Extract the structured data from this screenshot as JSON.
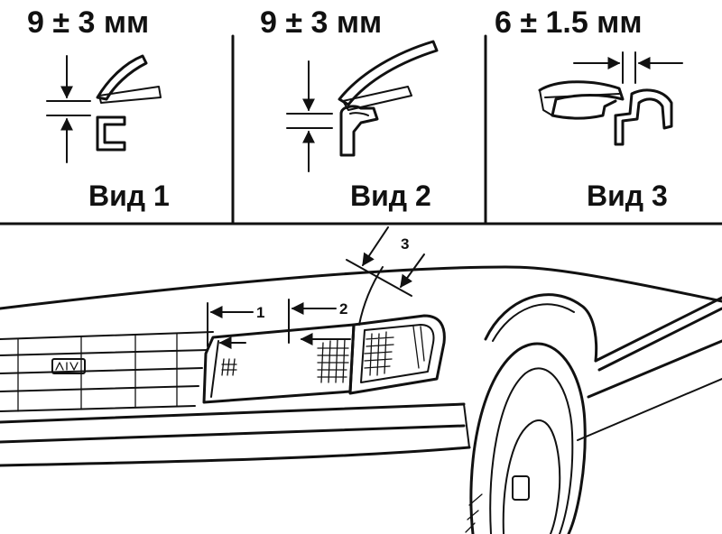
{
  "views": [
    {
      "dimension": "9 ± 3 мм",
      "label": "Вид 1"
    },
    {
      "dimension": "9 ± 3 мм",
      "label": "Вид 2"
    },
    {
      "dimension": "6 ± 1.5 мм",
      "label": "Вид 3"
    }
  ],
  "callouts": {
    "c1": "1",
    "c2": "2",
    "c3": "3"
  }
}
